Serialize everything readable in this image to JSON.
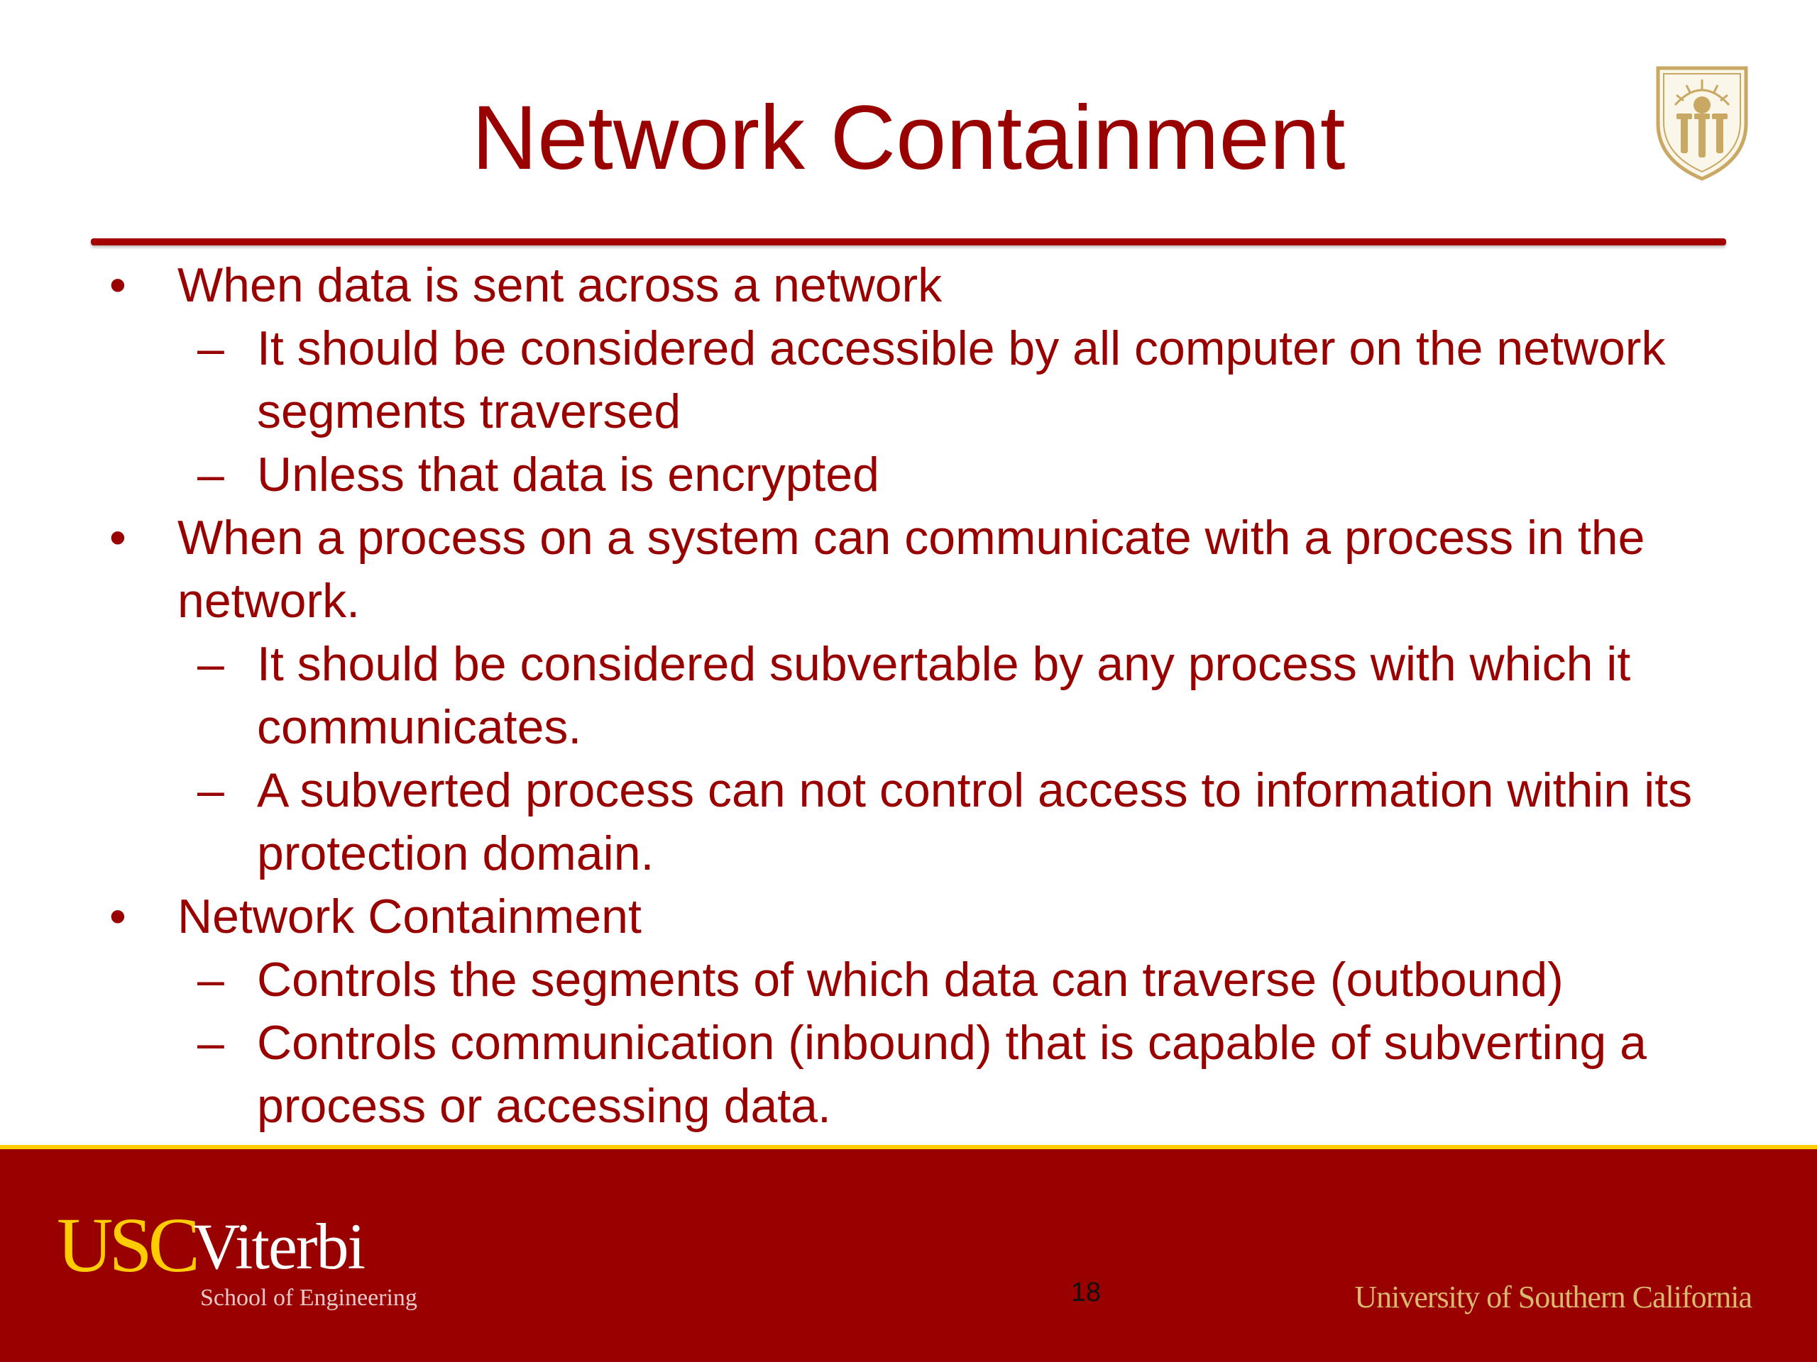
{
  "slide": {
    "title": "Network Containment",
    "seal_icon": "usc-seal-icon",
    "colors": {
      "title": "#990000",
      "text": "#990000",
      "footer": "#990000",
      "stripe": "#ffcc00",
      "university_text": "#d9b870"
    },
    "bullets": [
      {
        "mark": "•",
        "text": "When data is sent across a network",
        "sub": [
          {
            "mark": "–",
            "text": "It should be considered accessible by all computer on the network segments traversed"
          },
          {
            "mark": "–",
            "text": "Unless that data is encrypted"
          }
        ]
      },
      {
        "mark": "•",
        "text": "When a process on a system can communicate with a process in the network.",
        "sub": [
          {
            "mark": "–",
            "text": "It should be considered subvertable by any process with which it communicates."
          },
          {
            "mark": "–",
            "text": "A subverted process can not control access to information within its protection domain."
          }
        ]
      },
      {
        "mark": "•",
        "text": "Network Containment",
        "sub": [
          {
            "mark": "–",
            "text": "Controls the segments of which data can traverse (outbound)"
          },
          {
            "mark": "–",
            "text": "Controls communication (inbound) that is capable of subverting a process or accessing data."
          }
        ]
      }
    ]
  },
  "footer": {
    "logo_usc": "USC",
    "logo_viterbi": "Viterbi",
    "logo_school": "School of Engineering",
    "page_number": "18",
    "university": "University of Southern California"
  }
}
